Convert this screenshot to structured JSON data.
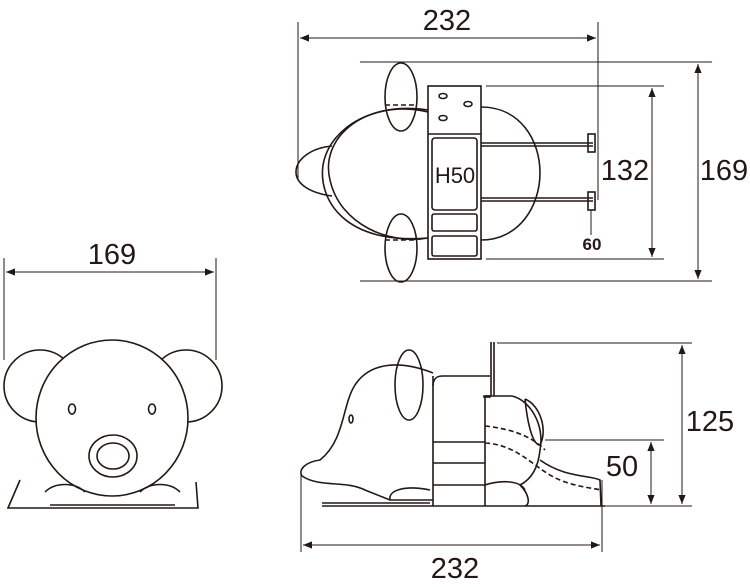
{
  "top_view": {
    "width_label": "232",
    "depth_label": "169",
    "inner_label": "132",
    "rail_label": "60",
    "model_label": "H50"
  },
  "front_view": {
    "width_label": "169"
  },
  "side_view": {
    "height_label": "125",
    "platform_label": "50",
    "length_label": "232"
  },
  "colors": {
    "line": "#231815",
    "background": "#ffffff"
  }
}
